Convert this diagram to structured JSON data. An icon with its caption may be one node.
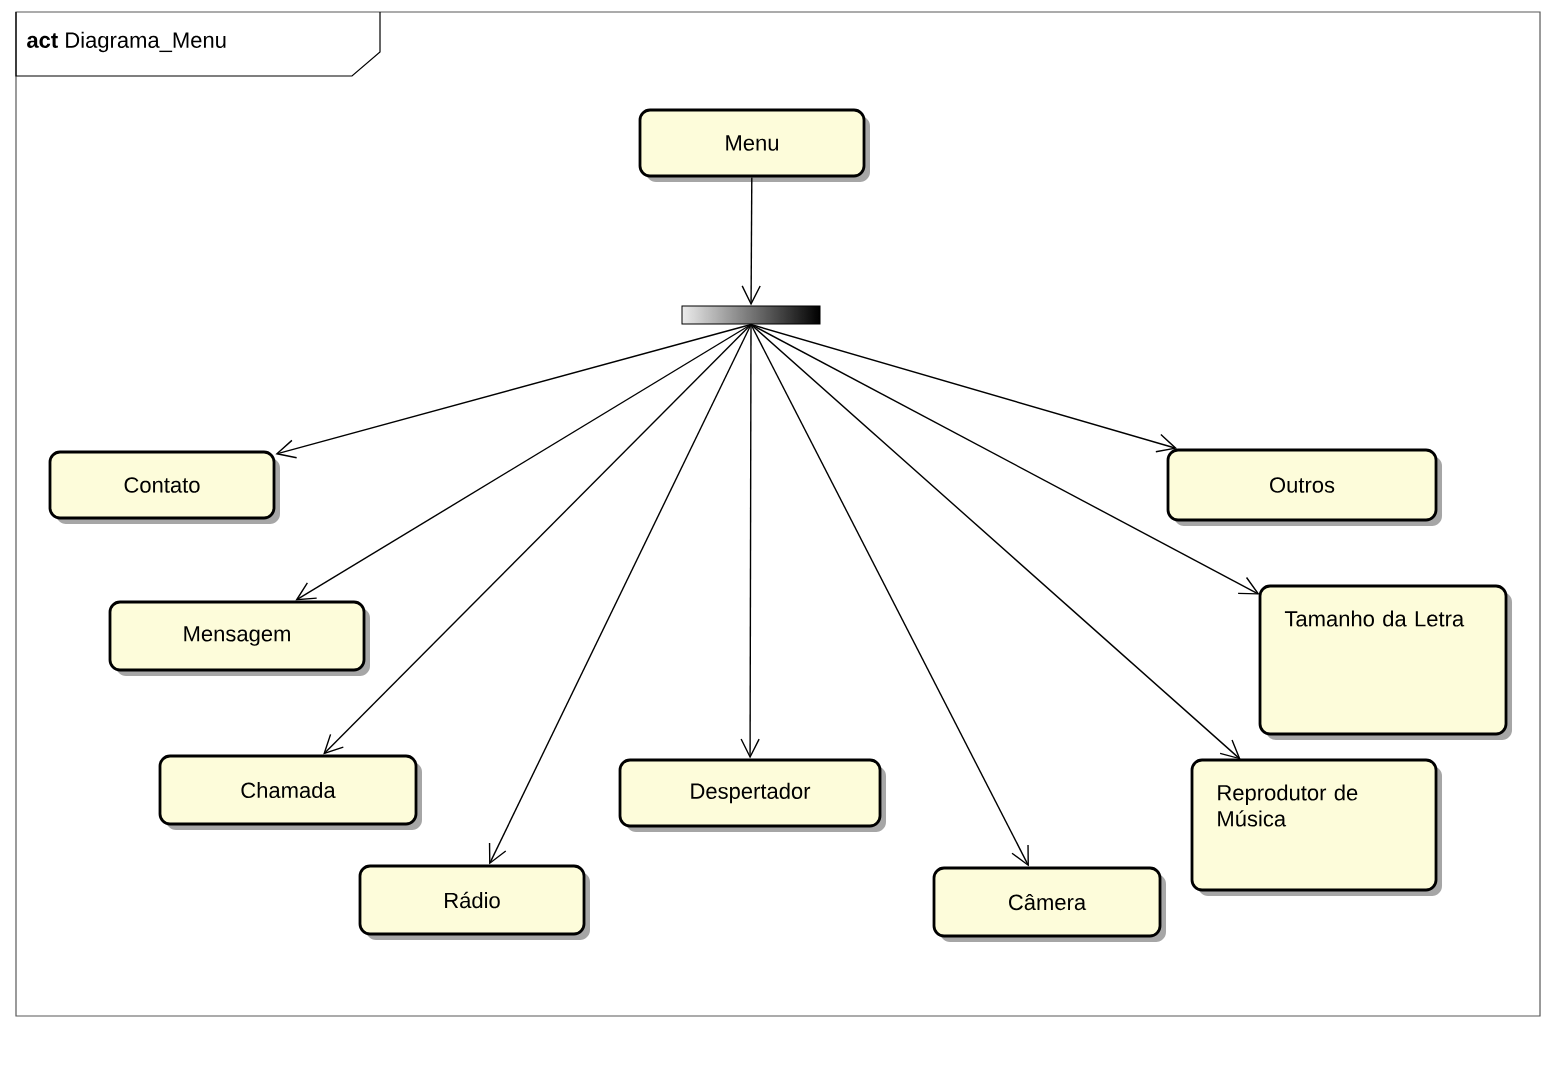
{
  "diagram": {
    "title": "**act** Diagrama_Menu",
    "nodes": [
      {
        "text": [
          "Menu"
        ]
      },
      {
        "text": [],
        "shape": "bar"
      },
      {
        "text": [
          "Contato"
        ]
      },
      {
        "text": [
          "Mensagem"
        ]
      },
      {
        "text": [
          "Chamada"
        ]
      },
      {
        "text": [
          "Rádio"
        ]
      },
      {
        "text": [
          "Despertador"
        ]
      },
      {
        "text": [
          "Câmera"
        ]
      },
      {
        "text": [
          "Reprodutor de Música"
        ]
      },
      {
        "text": [
          "Tamanho da Letra"
        ]
      },
      {
        "text": [
          "Outros"
        ]
      }
    ],
    "edges": [
      {
        "from": 0,
        "to": 1,
        "arrow": "to"
      },
      {
        "from": 1,
        "to": 2,
        "arrow": "to"
      },
      {
        "from": 1,
        "to": 3,
        "arrow": "to"
      },
      {
        "from": 1,
        "to": 4,
        "arrow": "to"
      },
      {
        "from": 1,
        "to": 5,
        "arrow": "to"
      },
      {
        "from": 1,
        "to": 6,
        "arrow": "to"
      },
      {
        "from": 1,
        "to": 7,
        "arrow": "to"
      },
      {
        "from": 1,
        "to": 8,
        "arrow": "to"
      },
      {
        "from": 1,
        "to": 9,
        "arrow": "to"
      },
      {
        "from": 1,
        "to": 10,
        "arrow": "to"
      }
    ]
  }
}
